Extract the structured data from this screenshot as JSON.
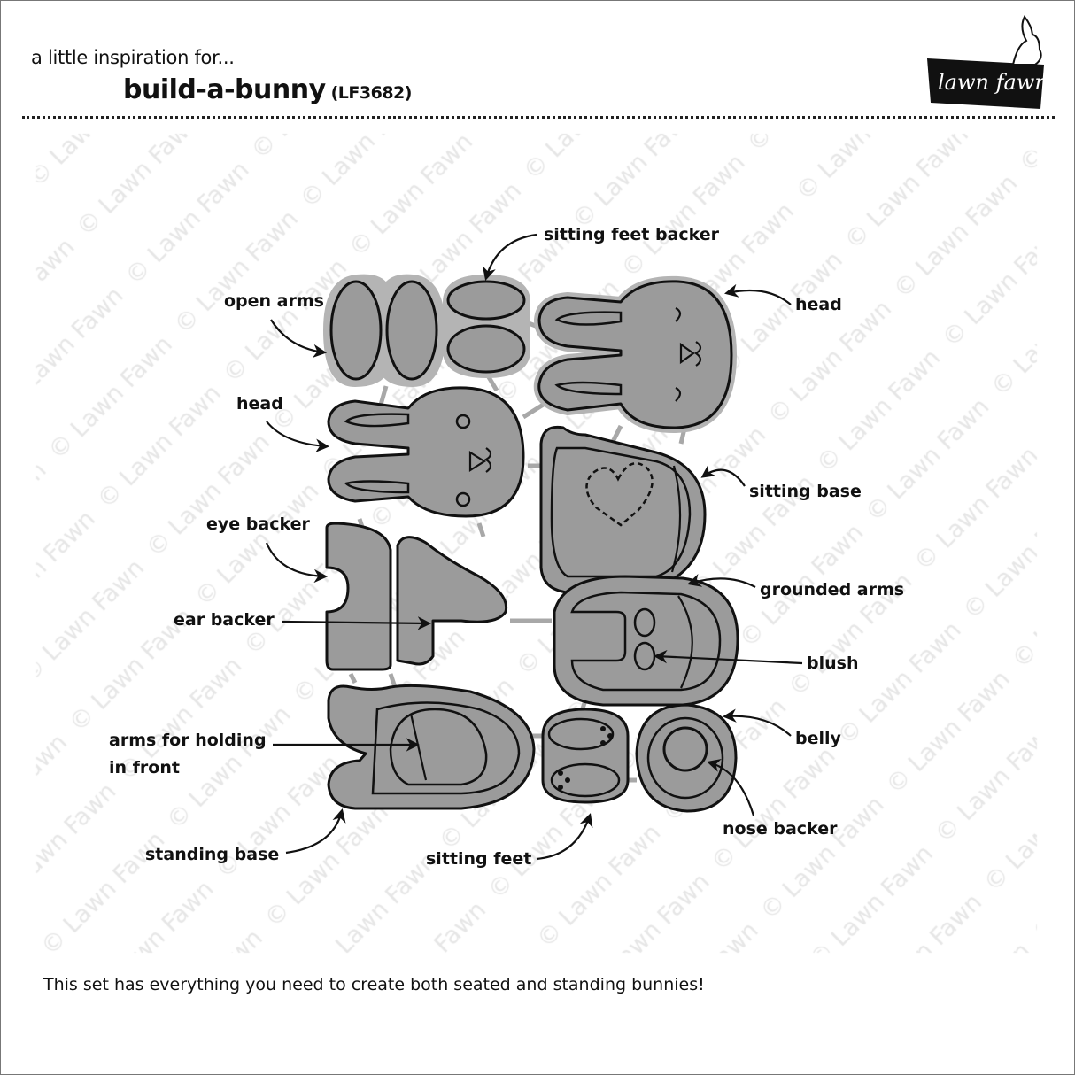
{
  "header": {
    "intro": "a little inspiration for...",
    "title": "build-a-bunny",
    "code": "(LF3682)",
    "logo_text": "lawn fawn"
  },
  "watermark": "© Lawn Fawn",
  "labels": {
    "sitting_feet_backer": "sitting feet backer",
    "open_arms": "open arms",
    "head_right": "head",
    "head_left": "head",
    "sitting_base": "sitting base",
    "eye_backer": "eye backer",
    "grounded_arms": "grounded arms",
    "ear_backer": "ear backer",
    "blush": "blush",
    "belly": "belly",
    "arms_holding_line1": "arms for holding",
    "arms_holding_line2": "in front",
    "nose_backer": "nose backer",
    "standing_base": "standing base",
    "sitting_feet": "sitting feet"
  },
  "footer": "This set has everything you need to create both seated and standing bunnies!",
  "colors": {
    "die_fill": "#9b9b9b",
    "die_edge": "#b4b4b4",
    "outline": "#111111"
  }
}
